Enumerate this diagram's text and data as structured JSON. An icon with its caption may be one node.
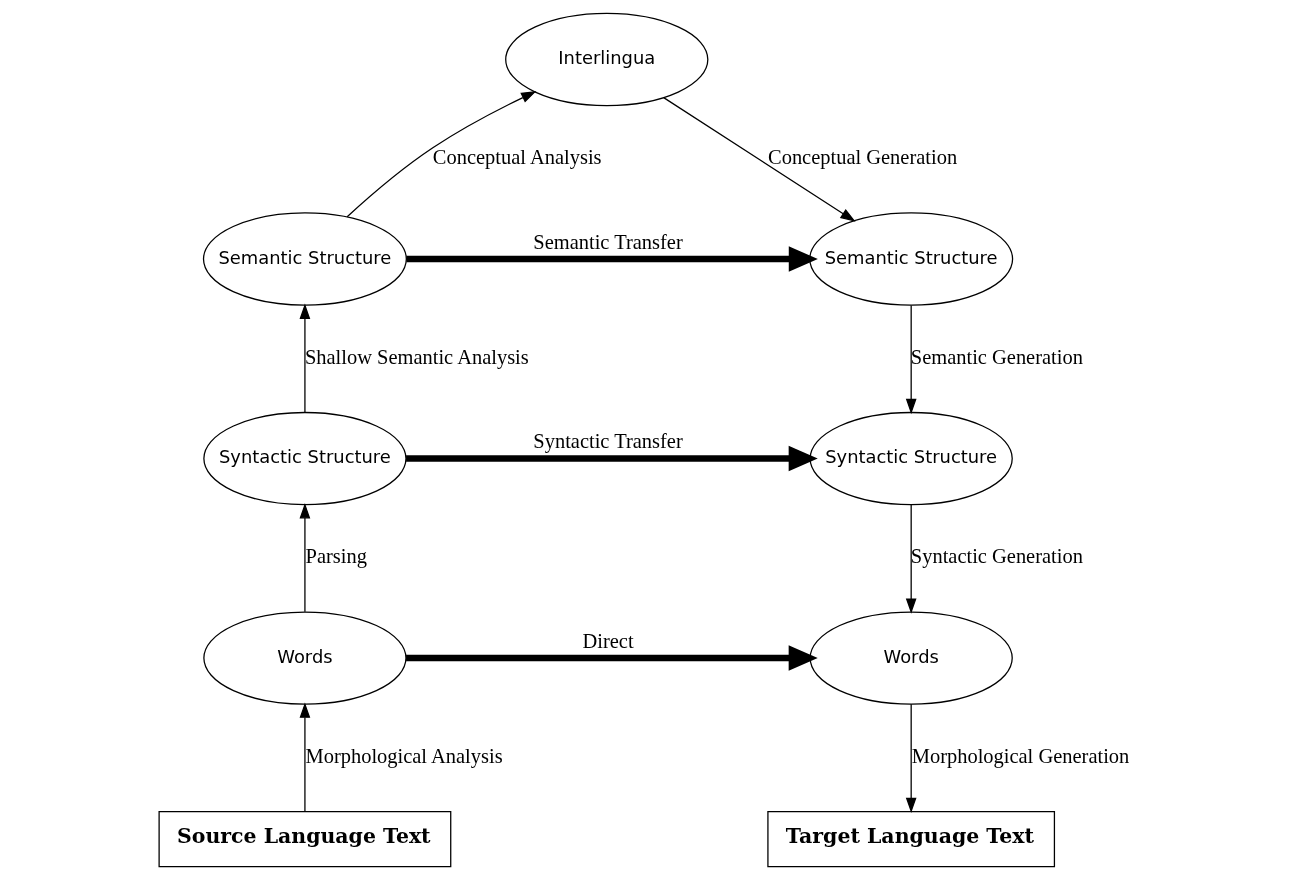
{
  "diagram": {
    "nodes": [
      {
        "text": [
          "Interlingua"
        ]
      },
      {
        "text": [
          "Semantic Structure"
        ]
      },
      {
        "text": [
          "Semantic Structure"
        ]
      },
      {
        "text": [
          "Syntactic Structure"
        ]
      },
      {
        "text": [
          "Syntactic Structure"
        ]
      },
      {
        "text": [
          "Words"
        ]
      },
      {
        "text": [
          "Words"
        ]
      },
      {
        "text": [
          "Source Language Text"
        ]
      },
      {
        "text": [
          "Target Language Text"
        ]
      }
    ],
    "edges": [
      {
        "from": 1,
        "to": 0,
        "arrow": "to",
        "label": "Conceptual Analysis"
      },
      {
        "from": 0,
        "to": 2,
        "arrow": "to",
        "label": "Conceptual Generation"
      },
      {
        "from": 1,
        "to": 2,
        "arrow": "to",
        "label": "Semantic Transfer",
        "style": "thick"
      },
      {
        "from": 3,
        "to": 1,
        "arrow": "to",
        "label": "Shallow Semantic Analysis"
      },
      {
        "from": 2,
        "to": 4,
        "arrow": "to",
        "label": "Semantic Generation"
      },
      {
        "from": 3,
        "to": 4,
        "arrow": "to",
        "label": "Syntactic Transfer",
        "style": "thick"
      },
      {
        "from": 5,
        "to": 3,
        "arrow": "to",
        "label": "Parsing"
      },
      {
        "from": 4,
        "to": 6,
        "arrow": "to",
        "label": "Syntactic Generation"
      },
      {
        "from": 5,
        "to": 6,
        "arrow": "to",
        "label": "Direct",
        "style": "thick"
      },
      {
        "from": 7,
        "to": 5,
        "arrow": "to",
        "label": "Morphological Analysis"
      },
      {
        "from": 6,
        "to": 8,
        "arrow": "to",
        "label": "Morphological Generation"
      }
    ]
  }
}
